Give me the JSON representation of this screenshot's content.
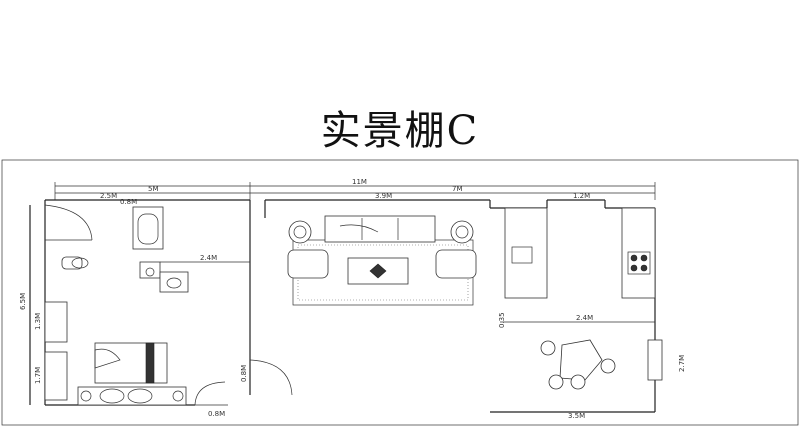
{
  "title": "实景棚C",
  "dimensions": {
    "total_width": "11M",
    "left_width": "5M",
    "bath_width": "2.5M",
    "bath_sub": "0.8M",
    "living_span": "3.9M",
    "right_width": "7M",
    "kitchen_span": "1.2M",
    "corridor": "2.4M",
    "left_height": "6.5M",
    "closet_a": "1.3M",
    "closet_b": "1.7M",
    "door_left": "0.8M",
    "door_lower": "0.8M",
    "right_step": "0.35",
    "right_span": "2.4M",
    "right_side": "2.7M",
    "dining_span": "3.5M"
  },
  "colors": {
    "line": "#222222",
    "background": "#ffffff"
  }
}
